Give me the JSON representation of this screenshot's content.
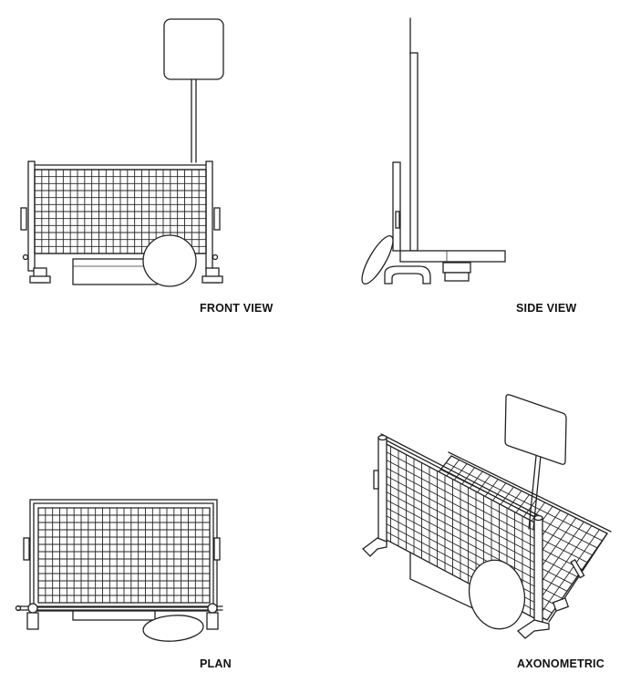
{
  "labels": {
    "front": "FRONT VIEW",
    "side": "SIDE VIEW",
    "plan": "PLAN",
    "axo": "AXONOMETRIC"
  },
  "colors": {
    "line": "#222222",
    "background": "#ffffff",
    "label": "#111111"
  }
}
